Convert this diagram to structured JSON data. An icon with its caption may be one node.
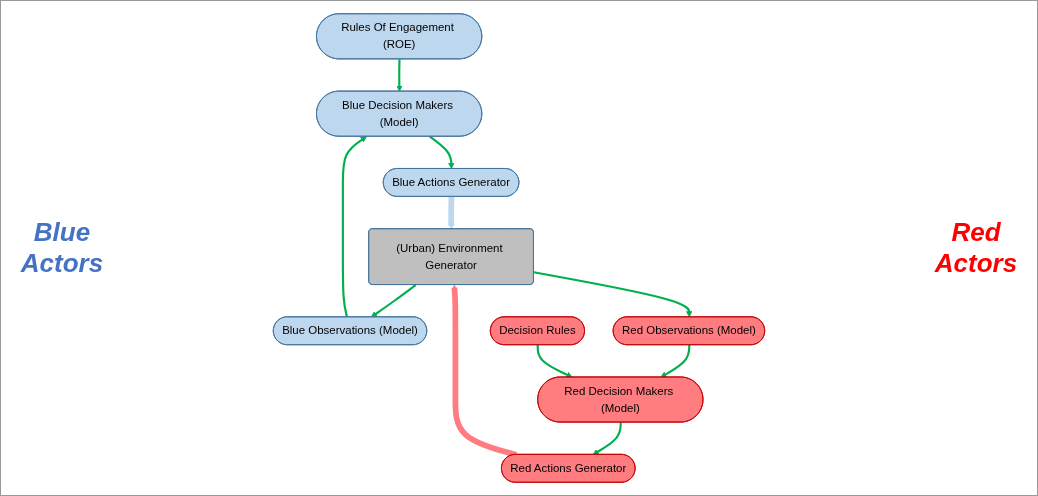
{
  "diagram": {
    "nodes": [
      {
        "text": [
          "Rules Of Engagement (ROE)"
        ]
      },
      {
        "text": [
          "Blue Observations (Model)"
        ]
      },
      {
        "text": [
          "Red Observations (Model)"
        ]
      },
      {
        "text": [
          "Decision Rules"
        ]
      },
      {
        "text": [
          "Blue Decision Makers (Model)"
        ]
      },
      {
        "text": [
          "(Urban) Environment Generator"
        ]
      },
      {
        "text": [
          "Red Decision Makers (Model)"
        ]
      },
      {
        "text": [
          "Blue Actions Generator"
        ]
      },
      {
        "text": [
          "Red Actions Generator"
        ]
      }
    ],
    "edges": [
      {
        "from": 0,
        "to": 4,
        "arrow": "to"
      },
      {
        "from": 1,
        "to": 4,
        "arrow": "to"
      },
      {
        "from": 5,
        "to": 1,
        "arrow": "to"
      },
      {
        "from": 5,
        "to": 2,
        "arrow": "to"
      },
      {
        "from": 2,
        "to": 6,
        "arrow": "to"
      },
      {
        "from": 3,
        "to": 6,
        "arrow": "to"
      },
      {
        "from": 4,
        "to": 7,
        "arrow": "to"
      },
      {
        "from": 6,
        "to": 8,
        "arrow": "to"
      },
      {
        "from": 7,
        "to": 5,
        "arrow": "to",
        "style": "thick",
        "color": "#bdd7ee"
      },
      {
        "from": 8,
        "to": 5,
        "arrow": "to",
        "style": "thick",
        "color": "#ff7c80"
      }
    ],
    "labels": [
      "Blue Actors",
      "Red Actors"
    ]
  }
}
